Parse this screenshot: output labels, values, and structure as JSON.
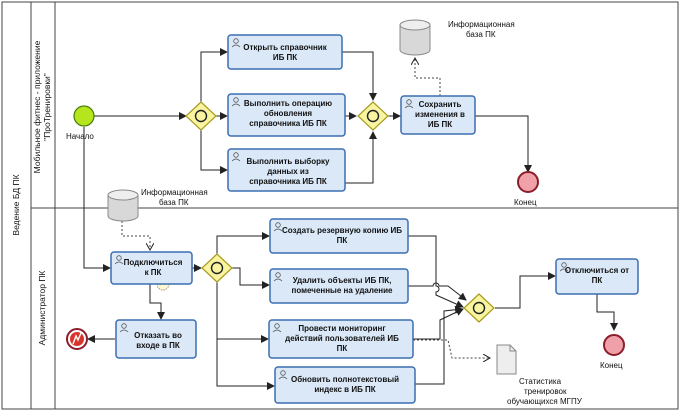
{
  "pool": {
    "label": "Ведение БД ПК"
  },
  "lanes": {
    "top_line1": "Мобильное фитнес - приложение",
    "top_line2": "\"ПроТренировки\"",
    "bottom": "Администратор ПК"
  },
  "events": {
    "start": "Начало",
    "end_top": "Конец",
    "end_bottom": "Конец"
  },
  "tasks": {
    "open_ref": [
      "Открыть справочник",
      "ИБ ПК"
    ],
    "update_ref": [
      "Выполнить операцию",
      "обновления",
      "справочника ИБ ПК"
    ],
    "select_data": [
      "Выполнить выборку",
      "данных из",
      "справочника ИБ ПК"
    ],
    "save_changes": [
      "Сохранить",
      "изменения в",
      "ИБ ПК"
    ],
    "connect": [
      "Подключиться",
      "к ПК"
    ],
    "deny_login": [
      "Отказать во",
      "входе в ПК"
    ],
    "backup": [
      "Создать резервную копию ИБ",
      "ПК"
    ],
    "delete_marked": [
      "Удалить объекты ИБ ПК,",
      "помеченные на удаление"
    ],
    "monitoring": [
      "Провести мониторинг",
      "действий пользователей ИБ",
      "ПК"
    ],
    "reindex": [
      "Обновить полнотекстовый",
      "индекс в ИБ ПК"
    ],
    "disconnect": [
      "Отключиться от",
      "ПК"
    ]
  },
  "datastores": {
    "top": [
      "Информационная",
      "база ПК"
    ],
    "bottom": [
      "Информационная",
      "база ПК"
    ]
  },
  "document": {
    "label": [
      "Статистика",
      "тренировок",
      "обучающихся МГПУ"
    ]
  },
  "colors": {
    "task_fill": "#dae8f8",
    "task_stroke": "#3b6fb0",
    "gateway_fill": "#f8f4a0",
    "gateway_stroke": "#a89b20",
    "start_fill": "#b5e51d",
    "end_fill": "#f0a0a8",
    "end_stroke": "#8c1d2a",
    "error_fill": "#d9342c"
  }
}
